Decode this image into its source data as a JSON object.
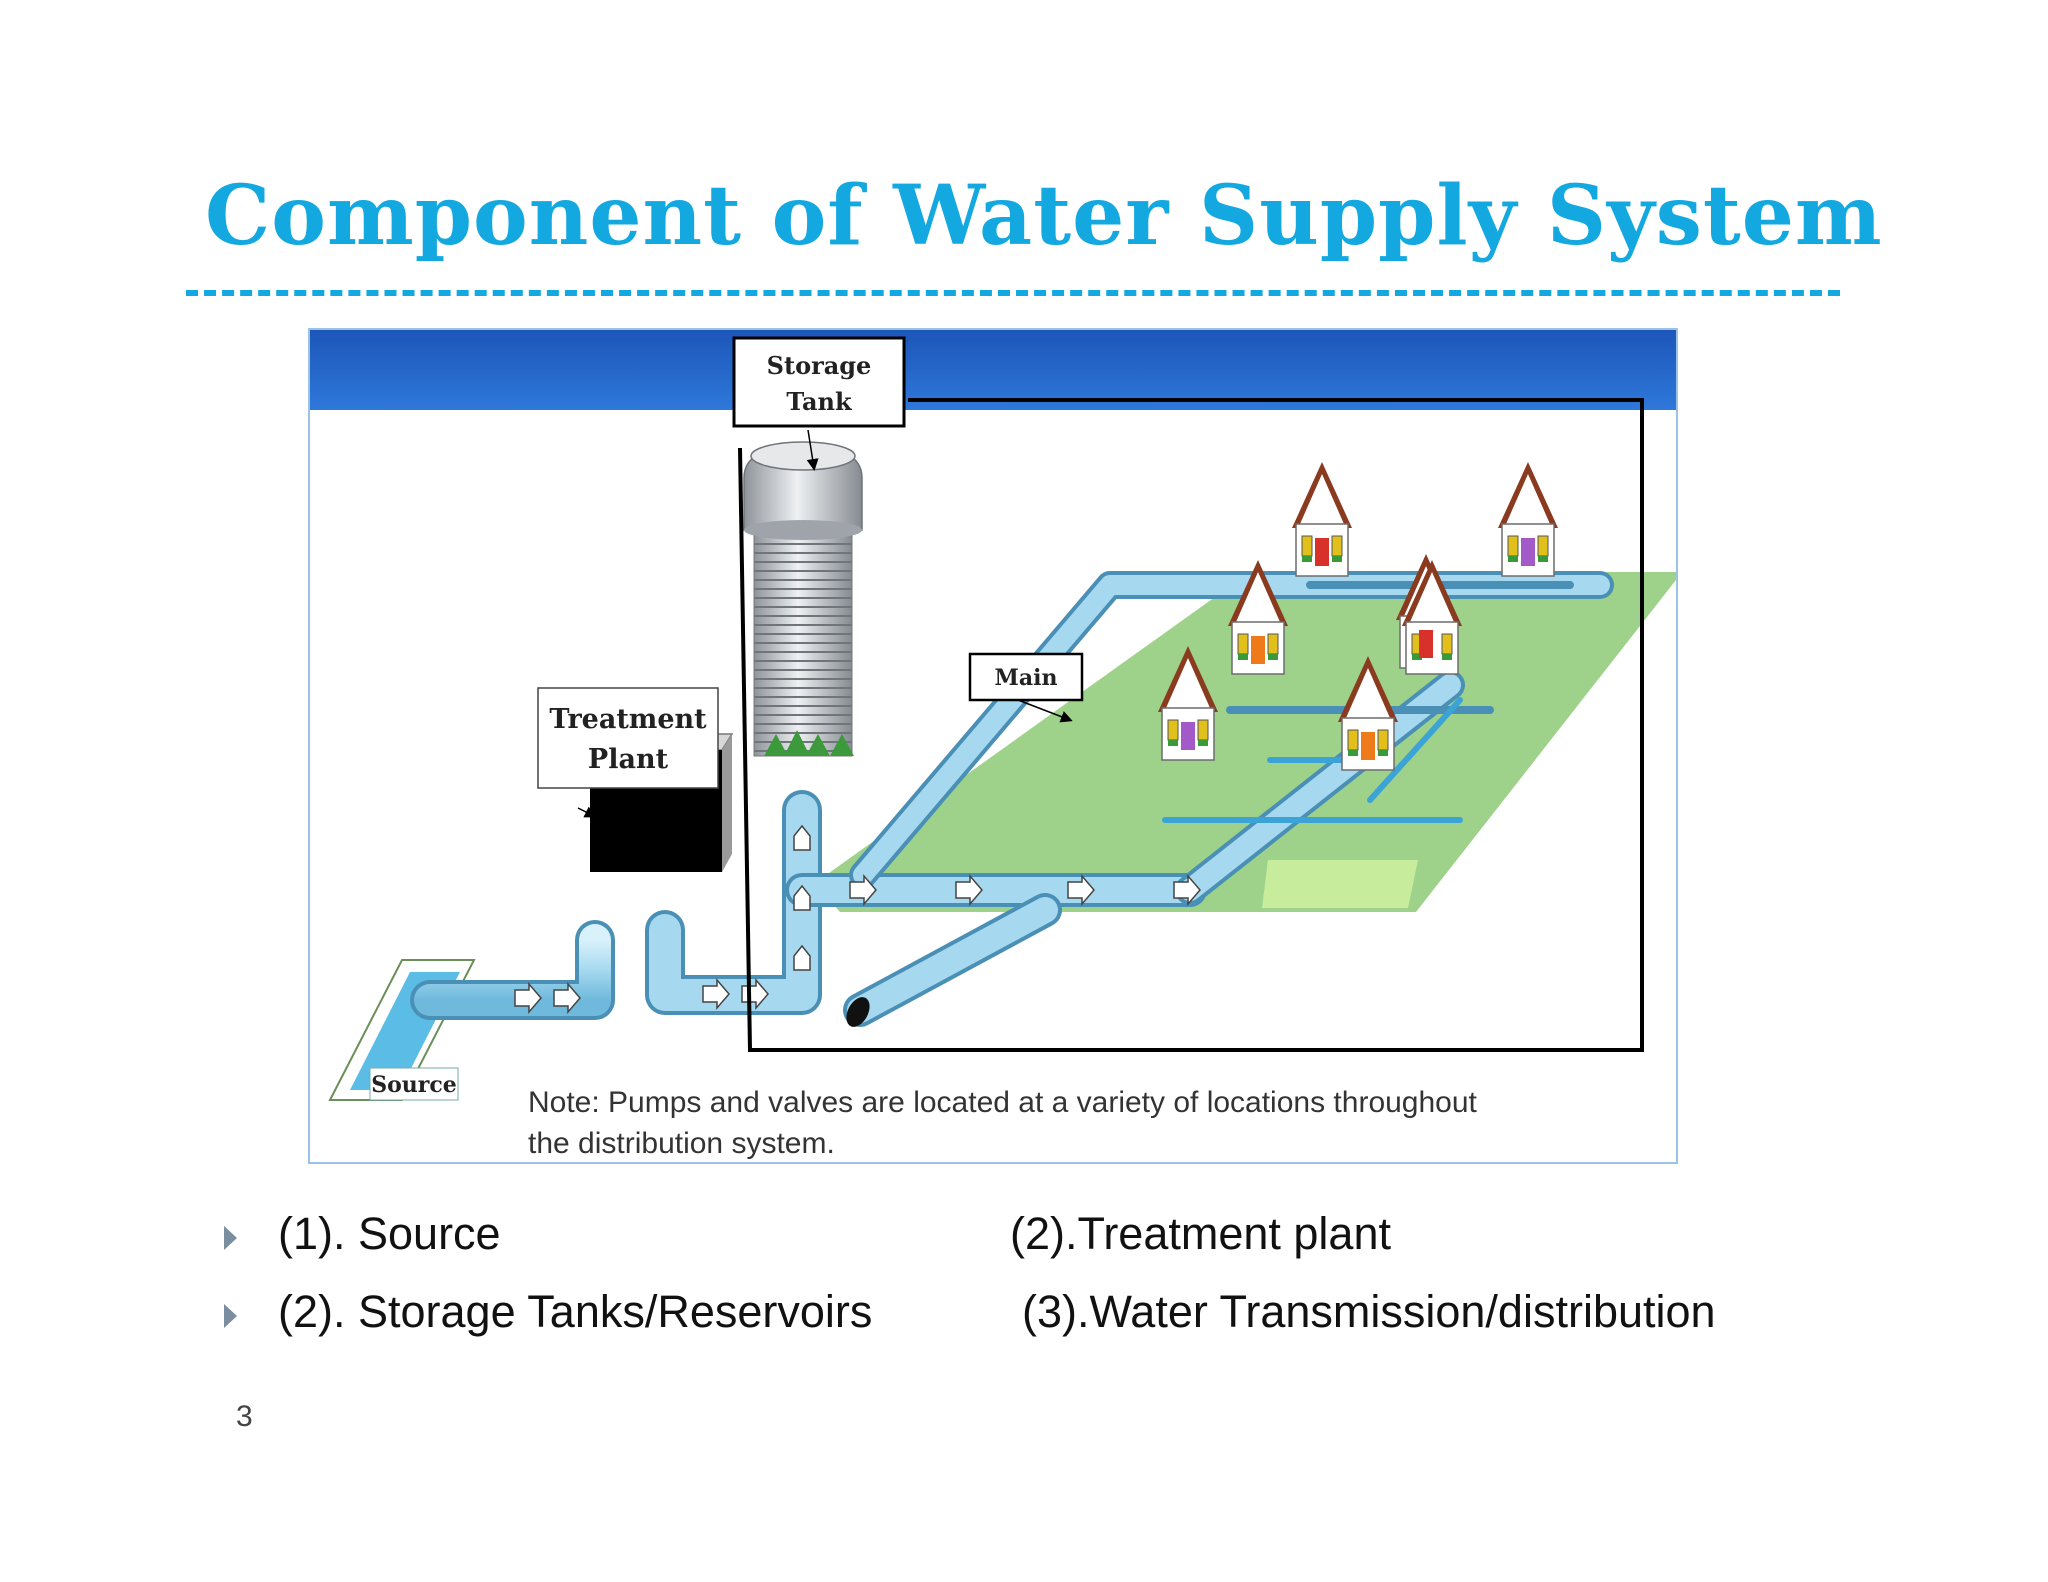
{
  "slide": {
    "title": "Component of Water Supply System",
    "page_number": "3"
  },
  "diagram": {
    "labels": {
      "storage_tank": [
        "Storage",
        "Tank"
      ],
      "treatment_plant": [
        "Treatment",
        "Plant"
      ],
      "main": "Main",
      "source": "Source"
    },
    "note_lines": [
      "Note: Pumps and valves are located at a variety of locations throughout",
      "the distribution system."
    ],
    "colors": {
      "header_band": "#1e5fc4",
      "pipe": "#a8d8ee",
      "ground": "#9ed28a",
      "tank": "#b9bec3",
      "plant": "#000000",
      "roof": "#8a3a1e"
    }
  },
  "bullets": [
    {
      "left": "(1). Source",
      "right": "(2).Treatment plant"
    },
    {
      "left": "(2). Storage Tanks/Reservoirs",
      "right": "(3).Water Transmission/distribution"
    }
  ]
}
